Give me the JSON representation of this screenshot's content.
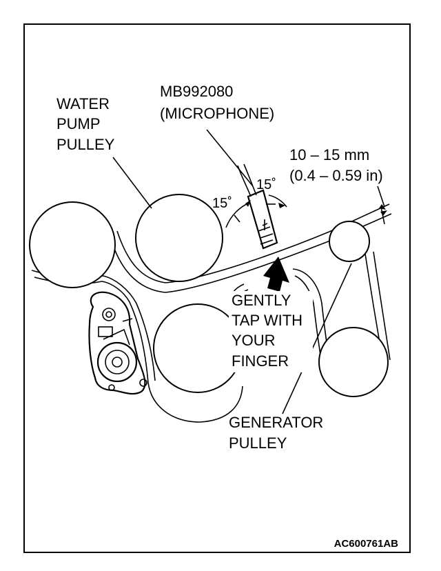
{
  "labels": {
    "water_pump_pulley": [
      "WATER",
      "PUMP",
      "PULLEY"
    ],
    "microphone": [
      "MB992080",
      "(MICROPHONE)"
    ],
    "deflection": [
      "10 – 15 mm",
      "(0.4 – 0.59 in)"
    ],
    "angle_left": "15˚",
    "angle_right": "15˚",
    "tap_instruction": [
      "GENTLY",
      "TAP WITH",
      "YOUR",
      "FINGER"
    ],
    "generator_pulley": [
      "GENERATOR",
      "PULLEY"
    ],
    "figure_code": "AC600761AB"
  },
  "icons": [
    "microphone-icon",
    "arrow-icon",
    "belt-tensioner-icon"
  ]
}
